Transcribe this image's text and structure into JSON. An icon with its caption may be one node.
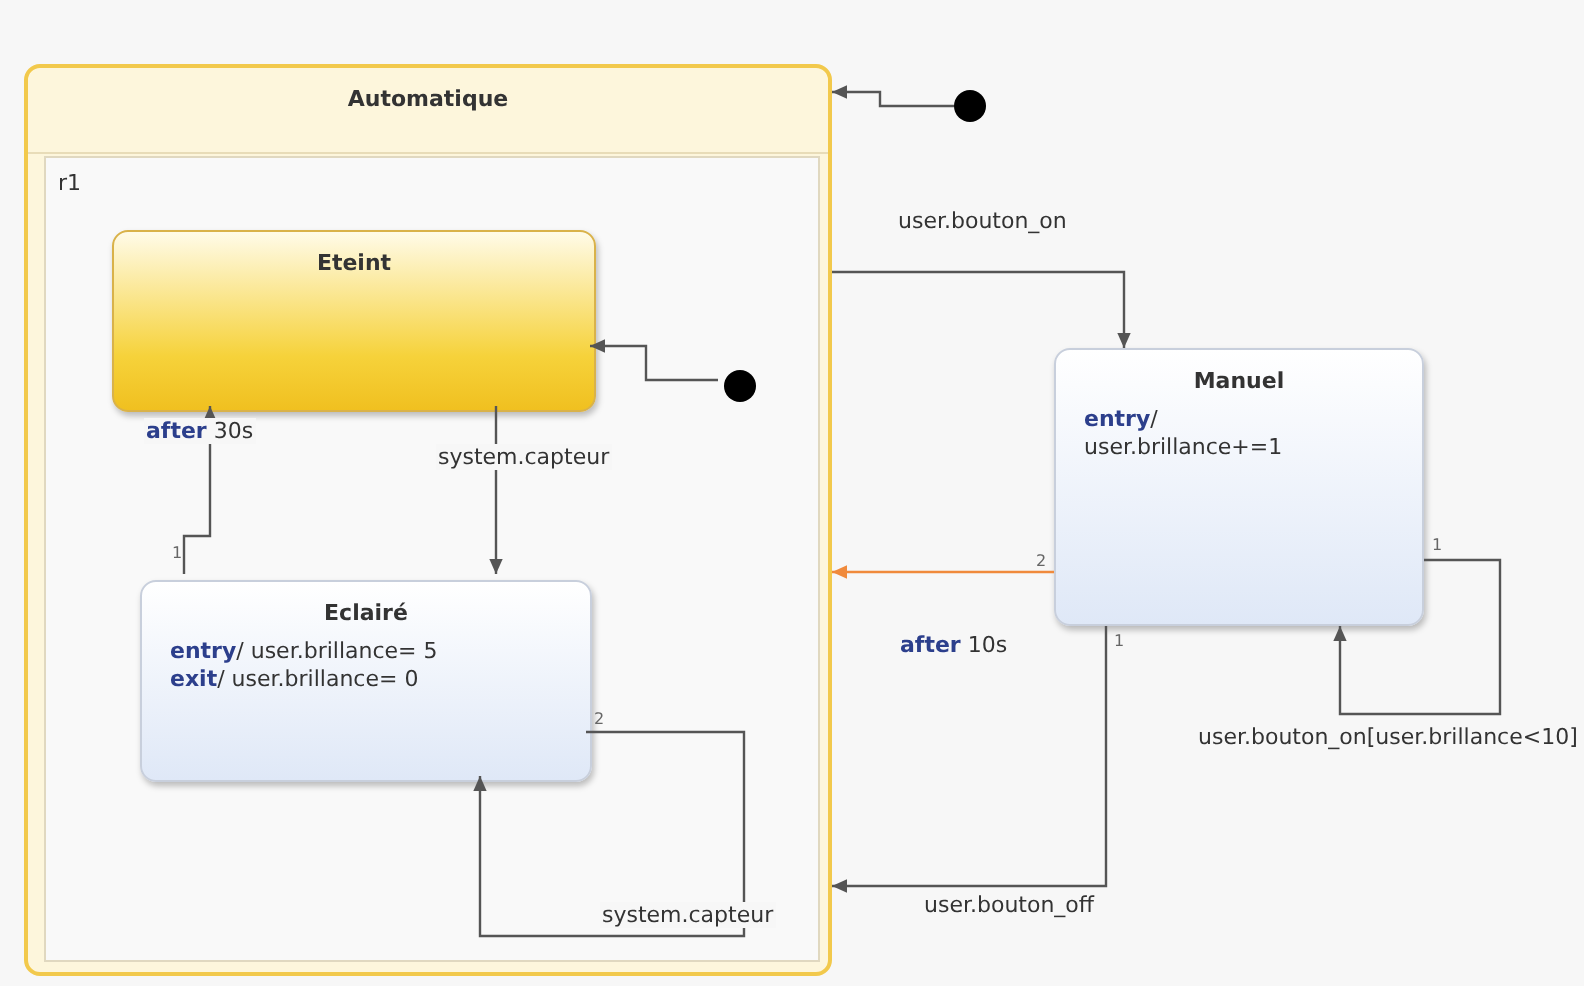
{
  "diagram": {
    "nodes": [
      {
        "text": [
          "Automatique"
        ]
      },
      {
        "text": [
          "r1"
        ],
        "in": 0
      },
      {
        "text": [
          "Eteint"
        ],
        "in": 1
      },
      {
        "text": [
          "Eclairé",
          "**entry**/ user.brillance= 5",
          "**exit**/ user.brillance= 0"
        ],
        "in": 1
      },
      {
        "text": [],
        "shape": "circle",
        "in": 1
      },
      {
        "text": [
          "Manuel",
          "**entry**/ user.brillance+=1"
        ]
      },
      {
        "text": [],
        "shape": "circle"
      }
    ],
    "edges": [
      {
        "from": 4,
        "to": 2,
        "arrow": "to"
      },
      {
        "from": 6,
        "to": 0,
        "arrow": "to"
      },
      {
        "from": 2,
        "to": 3,
        "arrow": "to",
        "label": "system.capteur"
      },
      {
        "from": 3,
        "to": 2,
        "arrow": "to",
        "label": "**after** 30s"
      },
      {
        "from": 3,
        "to": 3,
        "arrow": "to",
        "label": "system.capteur"
      },
      {
        "from": 0,
        "to": 5,
        "arrow": "to",
        "label": "user.bouton_on"
      },
      {
        "from": 5,
        "to": 0,
        "arrow": "to",
        "label": "**after** 10s",
        "color": "#f08a3c"
      },
      {
        "from": 5,
        "to": 0,
        "arrow": "to",
        "label": "user.bouton_off"
      },
      {
        "from": 5,
        "to": 5,
        "arrow": "to",
        "label": "user.bouton_on[user.brillance<10]"
      }
    ],
    "labels": [
      "1",
      "1",
      "2",
      "1",
      "2"
    ]
  }
}
